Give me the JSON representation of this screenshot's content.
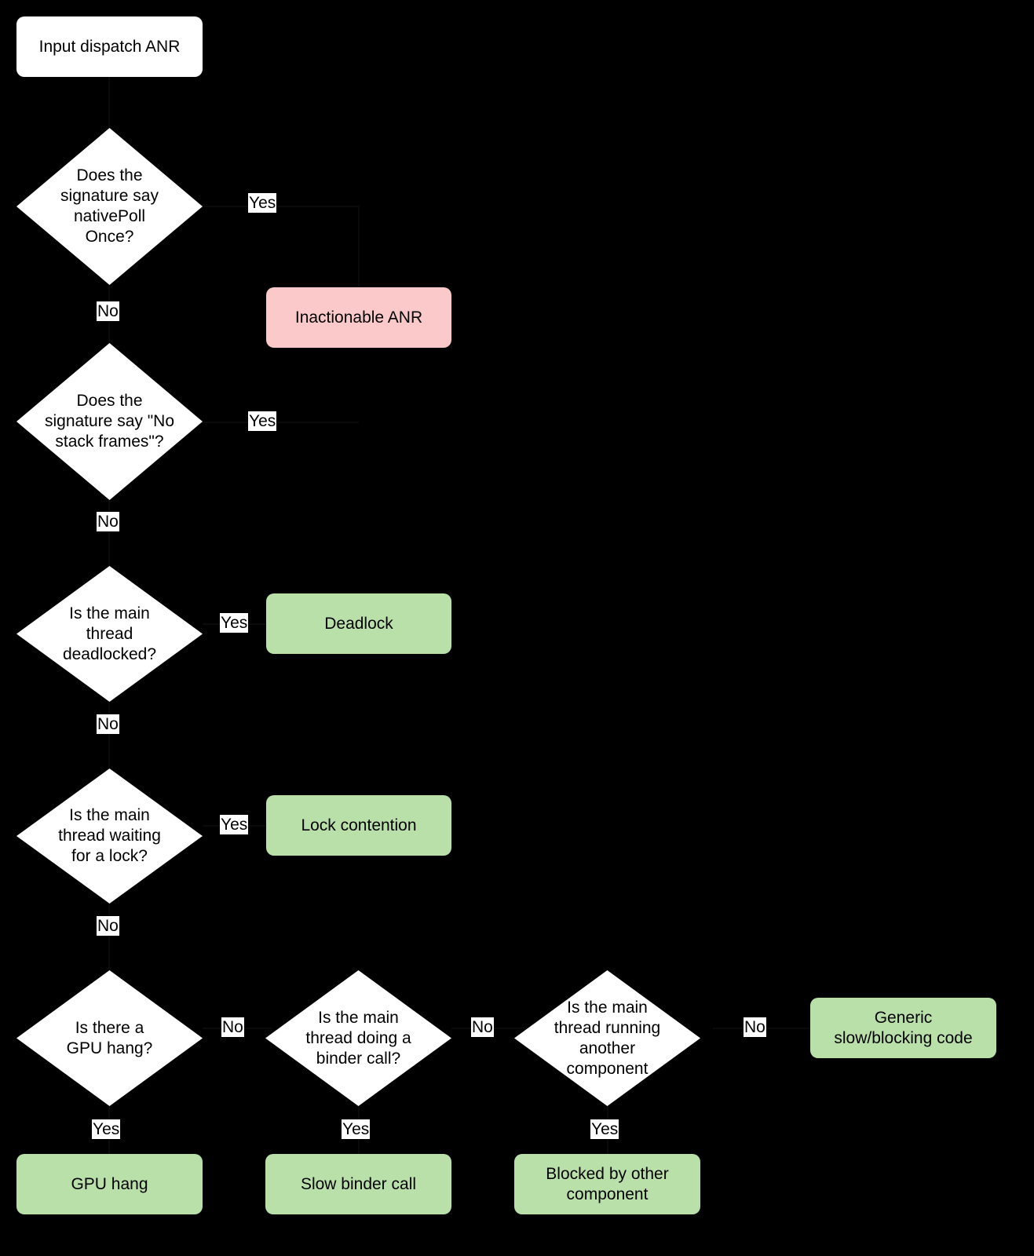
{
  "diagram": {
    "title": "Input dispatch ANR triage flowchart",
    "background_color": "#000000",
    "colors": {
      "process": "#ffffff",
      "negative_outcome": "#fbc9c9",
      "positive_outcome": "#b9e0a8",
      "text": "#000000",
      "label_background": "#ffffff"
    }
  },
  "nodes": {
    "start": {
      "label": "Input dispatch ANR",
      "type": "rounded-rect",
      "fill": "#ffffff"
    },
    "q_nativepollonce": {
      "label": "Does the\nsignature say\nnativePoll\nOnce?",
      "type": "diamond",
      "fill": "#ffffff"
    },
    "inactionable_anr": {
      "label": "Inactionable ANR",
      "type": "rounded-rect",
      "fill": "#fbc9c9"
    },
    "q_no_stack_frames": {
      "label": "Does the\nsignature say \"No\nstack frames\"?",
      "type": "diamond",
      "fill": "#ffffff"
    },
    "q_deadlocked": {
      "label": "Is the main\nthread\ndeadlocked?",
      "type": "diamond",
      "fill": "#ffffff"
    },
    "deadlock": {
      "label": "Deadlock",
      "type": "rounded-rect",
      "fill": "#b9e0a8"
    },
    "q_waiting_lock": {
      "label": "Is the main\nthread waiting\nfor a lock?",
      "type": "diamond",
      "fill": "#ffffff"
    },
    "lock_contention": {
      "label": "Lock contention",
      "type": "rounded-rect",
      "fill": "#b9e0a8"
    },
    "q_gpu_hang": {
      "label": "Is there a\nGPU hang?",
      "type": "diamond",
      "fill": "#ffffff"
    },
    "gpu_hang": {
      "label": "GPU hang",
      "type": "rounded-rect",
      "fill": "#b9e0a8"
    },
    "q_binder_call": {
      "label": "Is the main\nthread doing a\nbinder call?",
      "type": "diamond",
      "fill": "#ffffff"
    },
    "slow_binder_call": {
      "label": "Slow binder call",
      "type": "rounded-rect",
      "fill": "#b9e0a8"
    },
    "q_other_component": {
      "label": "Is the main\nthread running\nanother\ncomponent",
      "type": "diamond",
      "fill": "#ffffff"
    },
    "blocked_by_other": {
      "label": "Blocked by other\ncomponent",
      "type": "rounded-rect",
      "fill": "#b9e0a8"
    },
    "generic_slow": {
      "label": "Generic\nslow/blocking code",
      "type": "rounded-rect",
      "fill": "#b9e0a8"
    }
  },
  "edge_labels": {
    "nativepoll_yes": "Yes",
    "nativepoll_no": "No",
    "no_stack_yes": "Yes",
    "no_stack_no": "No",
    "deadlock_yes": "Yes",
    "deadlock_no": "No",
    "lock_yes": "Yes",
    "lock_no": "No",
    "gpu_no": "No",
    "gpu_yes": "Yes",
    "binder_no": "No",
    "binder_yes": "Yes",
    "component_no": "No",
    "component_yes": "Yes"
  }
}
